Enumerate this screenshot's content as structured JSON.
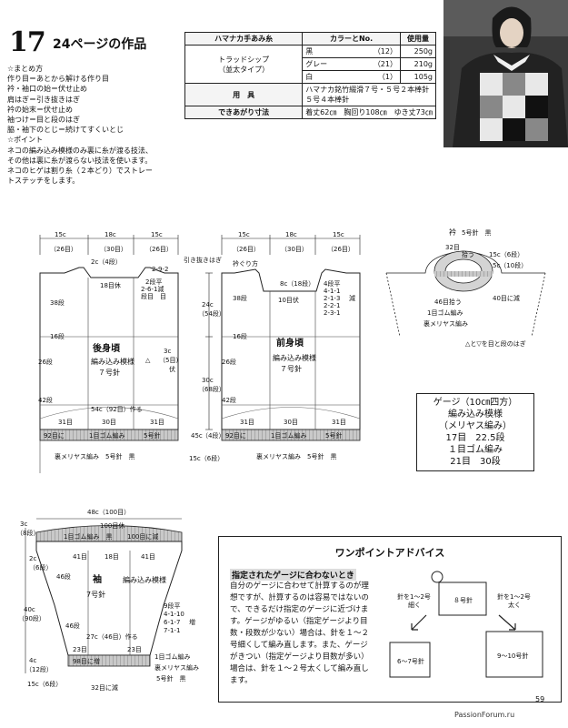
{
  "header": {
    "pattern_number": "17",
    "title": "24ページの作品"
  },
  "instructions": [
    "☆まとめ方",
    "作り目＝あとから解ける作り目",
    "衿・袖口の始＝伏せ止め",
    "肩はぎ＝引き抜きはぎ",
    "衿の始末＝伏せ止め",
    "袖つけ＝目と段のはぎ",
    "脇・袖下のとじ＝続けてすくいとじ",
    "☆ポイント",
    "ネコの編み込み模様のみ裏に糸が渡る技法、",
    "その他は裏に糸が渡らない技法を使います。",
    "ネコのヒゲは割り糸（２本どり）でストレー",
    "トステッチをします。"
  ],
  "materials": {
    "yarn_header": "ハマナカ手あみ糸",
    "color_header": "カラーとNo.",
    "amount_header": "使用量",
    "yarn_name": "トラッドシップ",
    "yarn_type": "（並太タイプ）",
    "colors": [
      {
        "name": "黒",
        "no": "（12）",
        "amount": "250g"
      },
      {
        "name": "グレー",
        "no": "（21）",
        "amount": "210g"
      },
      {
        "name": "白",
        "no": "（1）",
        "amount": "105g"
      }
    ],
    "tools_label": "用　具",
    "tools_line1": "ハマナカ銘竹綴滑７号・５号２本棒針",
    "tools_line2": "５号４本棒針",
    "size_label": "できあがり寸法",
    "size_value": "着丈62㎝　胸回り108㎝　ゆき丈73㎝"
  },
  "back": {
    "title": "後身頃",
    "pattern": "編み込み模様",
    "needle": "７号針",
    "w_left": "15c",
    "w_left_r": "（26目）",
    "w_mid": "18c",
    "w_mid_r": "（30目）",
    "w_right": "15c",
    "w_right_r": "（26目）",
    "neck_depth": "2c（4段）",
    "neck_bind": "18目休",
    "neck_dec1": "2段平",
    "neck_dec2": "2-6-1減",
    "neck_dec3": "段目　目",
    "shoulder_dec": "2-9-2",
    "side_38": "38段",
    "side_16": "16段",
    "side_26": "26段",
    "side_42": "42段",
    "arm_3c": "3c",
    "arm_5": "（5目）",
    "arm_fuse": "伏",
    "delta": "△",
    "width_54": "54c（92目）作る",
    "hem_31a": "31目",
    "hem_30": "30目",
    "hem_31b": "31目",
    "hem_label": "92目に",
    "rib_label": "1目ゴム編み",
    "rib_needle": "5号針",
    "bottom_label": "裏メリヤス編み　5号針　黒"
  },
  "middle": {
    "pullthrough": "引き抜きはぎ",
    "h_24": "24c",
    "h_24r": "（54段）",
    "h_30": "30c",
    "h_30r": "（68段）",
    "h_45": "45c",
    "h_45r": "（4段）",
    "h_15": "15c（6段）"
  },
  "front": {
    "title": "前身頃",
    "pattern": "編み込み模様",
    "needle": "７号針",
    "w_left": "15c",
    "w_left_r": "（26目）",
    "w_mid": "18c",
    "w_mid_r": "（30目）",
    "w_right": "15c",
    "w_right_r": "（26目）",
    "collar_ref": "衿ぐり方",
    "collar_depth": "8c（18段）",
    "neck_bind": "10目伏",
    "neck_dec1": "4段平",
    "neck_dec2": "4-1-1",
    "neck_dec3": "2-1-3",
    "neck_dec4": "2-2-1",
    "neck_dec5": "2-3-1",
    "neck_dec_label": "減",
    "side_38": "38段",
    "side_16": "16段",
    "side_26": "26段",
    "side_42": "42段",
    "hem_31a": "31目",
    "hem_30": "30目",
    "hem_31b": "31目",
    "hem_label": "92目に",
    "rib_label": "1目ゴム編み",
    "rib_needle": "5号針",
    "bottom_label": "裏メリヤス編み　5号針　黒"
  },
  "collar": {
    "title": "衿",
    "note": "5号針　黒",
    "top_count": "32目",
    "top_count2": "拾う",
    "right1": "15c（6段）",
    "right2": "5c（10段）",
    "dec": "40目に減",
    "bottom_count": "46目拾う",
    "rib": "1目ゴム編み",
    "back_stitch": "裏メリヤス編み",
    "match": "△と▽を目と段のはぎ"
  },
  "gauge": {
    "title": "ゲージ（10㎝四方）",
    "pattern": "編み込み模様",
    "stockinette": "（メリヤス編み）",
    "line1": "17目　22.5段",
    "rib": "１目ゴム編み",
    "line2": "21目　30段"
  },
  "sleeve": {
    "title": "袖",
    "needle": "7号針",
    "pattern": "編み込み模様",
    "top_w": "48c（100目）",
    "top_rest": "100目休",
    "top_rib": "1目ゴム編み　黒",
    "top_count": "100目に減",
    "w_41a": "41目",
    "w_18": "18目",
    "w_41b": "41目",
    "side_3c": "3c",
    "side_8": "（8段）",
    "side_2c": "2c",
    "side_6": "（6段）",
    "side_46a": "46段",
    "side_40": "40c",
    "side_90": "（90段）",
    "side_46b": "46段",
    "inc1": "9段平",
    "inc2": "4-1-10",
    "inc3": "6-1-7",
    "inc4": "7-1-1",
    "inc_label": "増",
    "cast": "27c（46目）作る",
    "w_23a": "23目",
    "w_23b": "23目",
    "rib_count": "98目に増",
    "rib_label": "1目ゴム編み",
    "back_stitch": "裏メリヤス編み",
    "needle2": "5号針　黒",
    "dec32": "32目に減",
    "bottom_4c": "4c",
    "bottom_4r": "（12段）",
    "bottom_15": "15c（6段）"
  },
  "advice": {
    "title": "ワンポイントアドバイス",
    "heading": "指定されたゲージに合わないとき",
    "text": [
      "自分のゲージに合わせて計算するのが理",
      "想ですが、計算するのは容易ではないの",
      "で、できるだけ指定のゲージに近づけま",
      "す。ゲージがゆるい（指定ゲージより目",
      "数・段数が少ない）場合は、針を１～２",
      "号細くして編み直します。また、ゲージ",
      "がきつい（指定ゲージより目数が多い）",
      "場合は、針を１～２号太くして編み直し",
      "ます。"
    ],
    "center_box": "８号針",
    "left_note1": "針を1～2号",
    "left_note2": "細く",
    "right_note1": "針を1～2号",
    "right_note2": "太く",
    "bottom_left_box": "6～7号針",
    "bottom_right_box": "9～10号針"
  },
  "footer": {
    "page": "59",
    "watermark": "PassionForum.ru"
  }
}
